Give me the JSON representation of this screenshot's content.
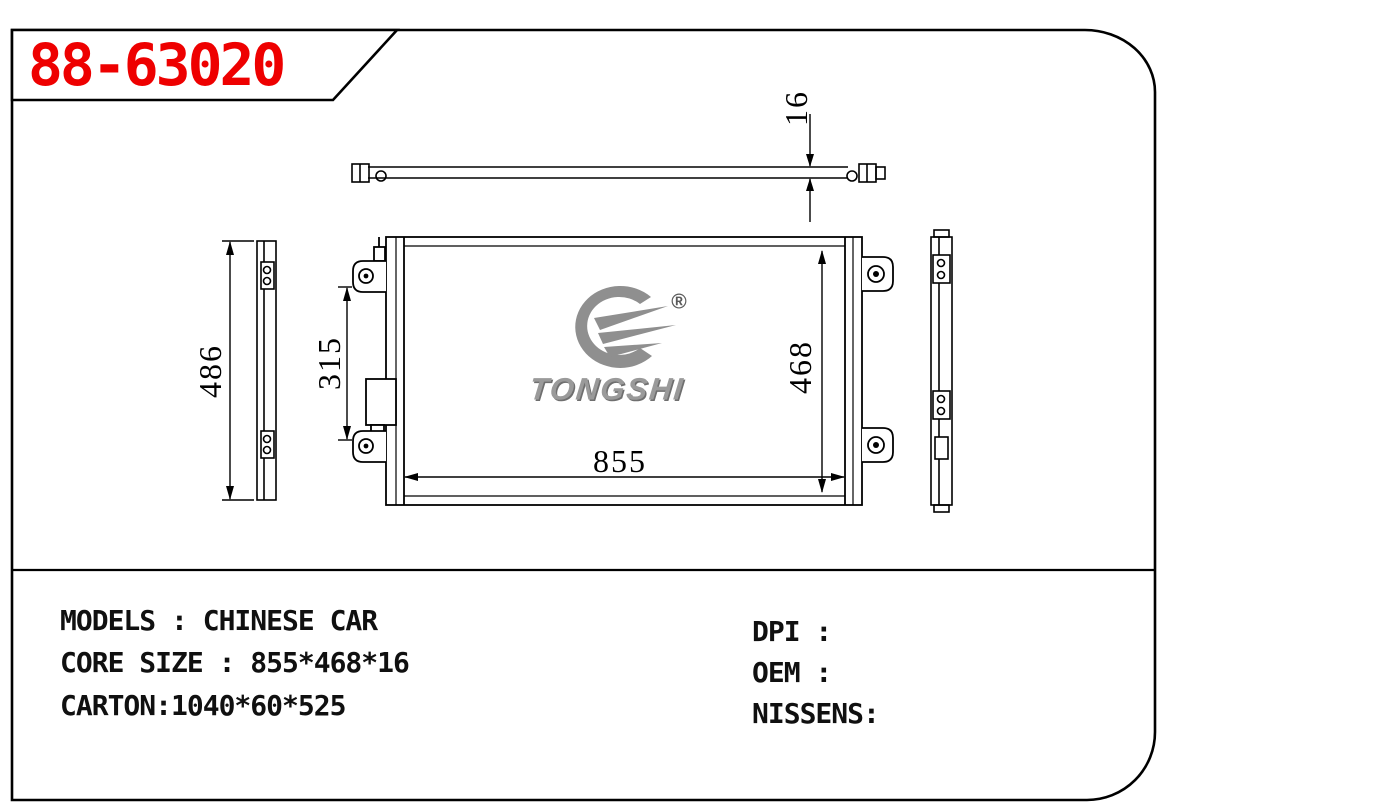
{
  "title_block": {
    "part_number": "88-63020"
  },
  "drawing": {
    "dimensions": {
      "thickness": "16",
      "left_view_height": "486",
      "bracket_spacing": "315",
      "core_height": "468",
      "core_width": "855"
    },
    "logo": {
      "brand": "TONGSHI",
      "registered_mark": "®"
    }
  },
  "specs": {
    "left": [
      "MODELS : CHINESE CAR",
      "CORE SIZE : 855*468*16",
      "CARTON:1040*60*525"
    ],
    "right": [
      "DPI :",
      "OEM :",
      "NISSENS:"
    ]
  },
  "colors": {
    "part_number_red": "#ee0000",
    "line_black": "#000000",
    "logo_gray": "#8f8f8f",
    "background": "#ffffff"
  }
}
